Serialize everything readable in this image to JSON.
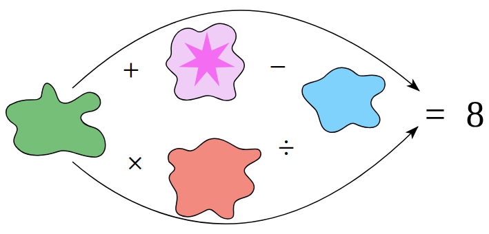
{
  "diagram": {
    "labels": [
      "+",
      "−",
      "×",
      "÷",
      "=",
      "8"
    ]
  }
}
